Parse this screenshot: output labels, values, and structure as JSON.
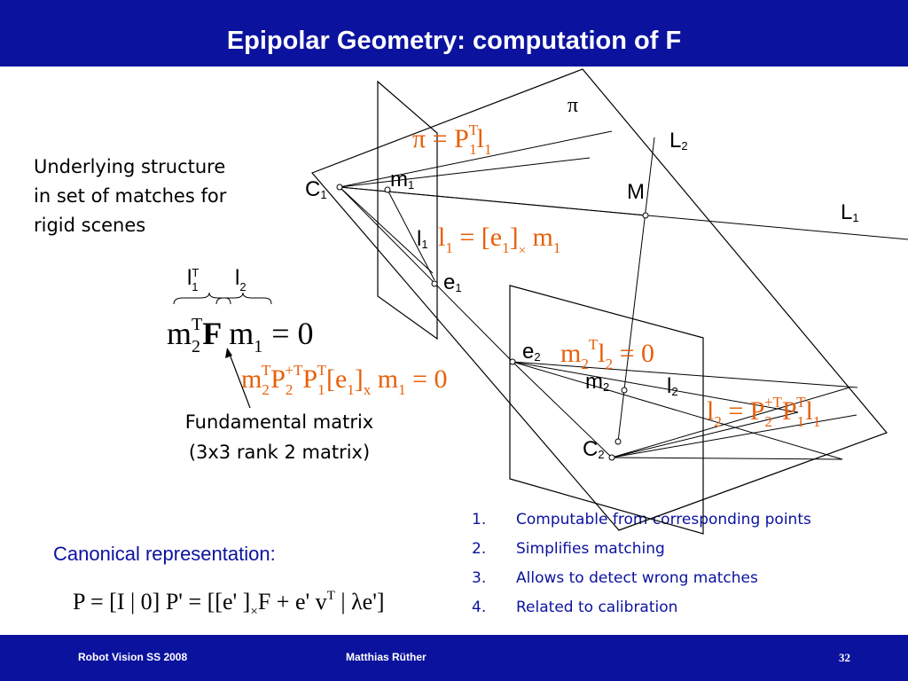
{
  "slide": {
    "title": "Epipolar Geometry: computation of F",
    "intro": [
      "Underlying structure",
      "in set of matches for",
      "rigid scenes"
    ],
    "fundamental_caption": [
      "Fundamental matrix",
      "(3x3 rank 2 matrix)"
    ],
    "canonical_heading": "Canonical representation:",
    "properties": [
      {
        "num": "1.",
        "text": "Computable from corresponding points"
      },
      {
        "num": "2.",
        "text": "Simplifies matching"
      },
      {
        "num": "3.",
        "text": "Allows to detect wrong matches"
      },
      {
        "num": "4.",
        "text": "Related to calibration"
      }
    ]
  },
  "footer": {
    "course": "Robot Vision SS 2008",
    "author": "Matthias Rüther",
    "page": "32"
  },
  "diagram_labels": {
    "pi": "π",
    "L2": "L",
    "L2_sub": "2",
    "L1": "L",
    "L1_sub": "1",
    "M": "M",
    "C1": "C",
    "C1_sub": "1",
    "m1": "m",
    "m1_sub": "1",
    "l1": "l",
    "l1_sub": "1",
    "e1": "e",
    "e1_sub": "1",
    "e2": "e",
    "e2_sub": "2",
    "m2": "m",
    "m2_sub": "2",
    "l2": "l",
    "l2_sub": "2",
    "C2": "C",
    "C2_sub": "2"
  },
  "equations": {
    "under_l1": "l",
    "under_l1_sup": "T",
    "under_l1_sub": "1",
    "under_l2": "l",
    "under_l2_sub": "2",
    "main_lhs": "m",
    "main_sup": "T",
    "main_sub": "2",
    "main_F": "F",
    "main_rhs": "m",
    "main_rhs_sub": "1",
    "equals_zero": "= 0",
    "colors": {
      "main": "#000000",
      "highlight": "#e8600a",
      "note": "#0b129e"
    }
  },
  "colors": {
    "brand": "#0b129e",
    "accent": "#e8600a",
    "text": "#000000"
  }
}
